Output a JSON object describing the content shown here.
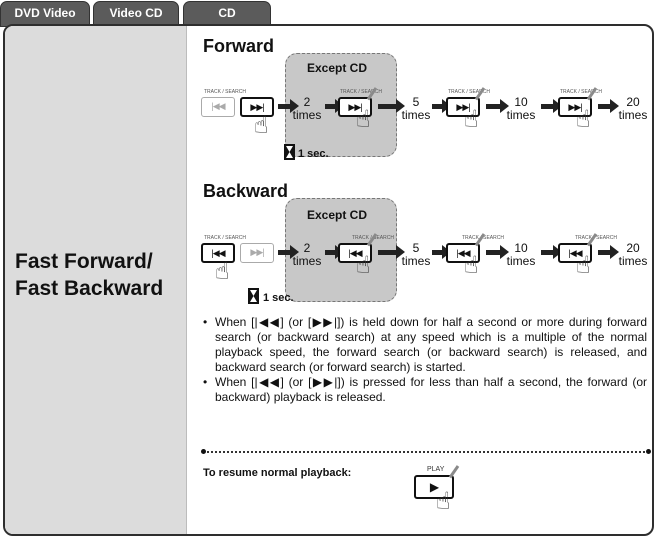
{
  "tabs": [
    "DVD Video",
    "Video CD",
    "CD"
  ],
  "sidebar": {
    "title_line1": "Fast Forward/",
    "title_line2": "Fast Backward"
  },
  "forward": {
    "heading": "Forward",
    "except_label": "Except CD",
    "button_caption": "TRACK / SEARCH",
    "steps": [
      {
        "count": "2",
        "unit": "times"
      },
      {
        "count": "5",
        "unit": "times"
      },
      {
        "count": "10",
        "unit": "times"
      },
      {
        "count": "20",
        "unit": "times"
      }
    ],
    "hold_time": "1 sec."
  },
  "backward": {
    "heading": "Backward",
    "except_label": "Except CD",
    "button_caption": "TRACK / SEARCH",
    "steps": [
      {
        "count": "2",
        "unit": "times"
      },
      {
        "count": "5",
        "unit": "times"
      },
      {
        "count": "10",
        "unit": "times"
      },
      {
        "count": "20",
        "unit": "times"
      }
    ],
    "hold_time": "1 sec."
  },
  "notes": [
    "When [|◀◀] (or [▶▶|]) is held down for half a second or more during forward search (or backward search) at any speed which is a multiple of the normal playback speed, the forward search (or backward search) is released, and backward search (or forward search) is started.",
    "When [|◀◀] (or [▶▶|]) is pressed for less than half a second, the forward (or backward) playback is released."
  ],
  "resume": {
    "label": "To resume normal playback:",
    "button_caption": "PLAY"
  },
  "icons": {
    "forward_button": "skip-forward-icon",
    "backward_button": "skip-backward-icon",
    "hand": "pointing-hand-icon",
    "hourglass": "hourglass-icon",
    "play": "play-icon"
  }
}
